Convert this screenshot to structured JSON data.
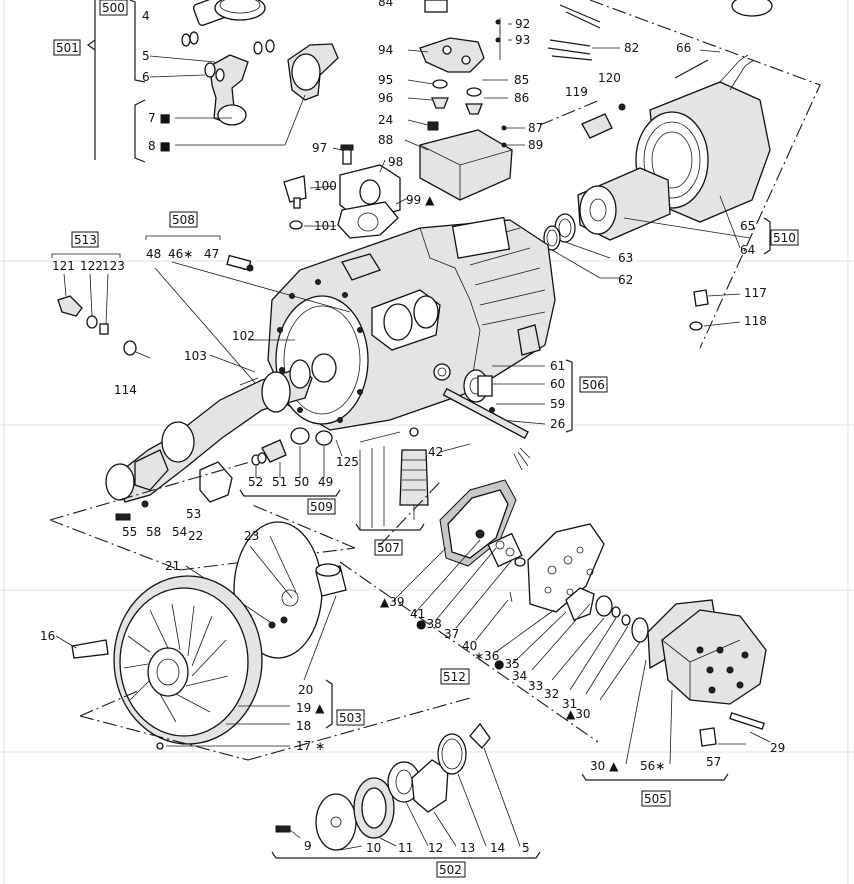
{
  "part_numbers": [
    "4",
    "5",
    "6",
    "7",
    "8",
    "9",
    "10",
    "11",
    "12",
    "13",
    "14",
    "5",
    "16",
    "17",
    "18",
    "19",
    "20",
    "21",
    "22",
    "23",
    "24",
    "26",
    "29",
    "30",
    "31",
    "32",
    "33",
    "34",
    "35",
    "36",
    "37",
    "38",
    "39",
    "40",
    "41",
    "42",
    "47",
    "48",
    "46",
    "49",
    "50",
    "51",
    "52",
    "53",
    "54",
    "55",
    "56",
    "57",
    "58",
    "59",
    "60",
    "61",
    "62",
    "63",
    "64",
    "65",
    "66",
    "82",
    "84",
    "85",
    "86",
    "87",
    "88",
    "89",
    "92",
    "93",
    "94",
    "95",
    "96",
    "97",
    "98",
    "99",
    "100",
    "101",
    "102",
    "103",
    "114",
    "117",
    "118",
    "119",
    "120",
    "121",
    "122",
    "123",
    "125"
  ],
  "groups": {
    "g500": "500",
    "g501": "501",
    "g502": "502",
    "g503": "503",
    "g505": "505",
    "g506": "506",
    "g507": "507",
    "g508": "508",
    "g509": "509",
    "g510": "510",
    "g512": "512",
    "g513": "513"
  },
  "labels": {
    "p4": "4",
    "p5": "5",
    "p6": "6",
    "p7": "7 ■",
    "p8": "8 ■",
    "p84": "84",
    "p92": "92",
    "p93": "93",
    "p94": "94",
    "p95": "95",
    "p96": "96",
    "p85": "85",
    "p86": "86",
    "p82": "82",
    "p66": "66",
    "p119": "119",
    "p120": "120",
    "p24": "24",
    "p88": "88",
    "p87": "87",
    "p89": "89",
    "p97": "97",
    "p98": "98",
    "p100": "100",
    "p99": "99 ▲",
    "p101": "101",
    "p65": "65",
    "p64": "64",
    "p63": "63",
    "p62": "62",
    "p48": "48",
    "p46": "46∗",
    "p47": "47",
    "p121": "121",
    "p122": "122",
    "p123": "123",
    "p117": "117",
    "p118": "118",
    "p114": "114",
    "p103": "103",
    "p102": "102",
    "p61": "61",
    "p60": "60",
    "p59": "59",
    "p26": "26",
    "p42": "42",
    "p125": "125",
    "p52": "52",
    "p51": "51",
    "p50": "50",
    "p49": "49",
    "p55": "55",
    "p58": "58",
    "p54": "54",
    "p53": "53",
    "p22": "22",
    "p23": "23",
    "p21": "21",
    "p16": "16",
    "p20": "20",
    "p19": "19 ▲",
    "p18": "18",
    "p17": "17 ∗",
    "p39": "▲39",
    "p41": "41",
    "p38": "●38",
    "p37": "37",
    "p40": "40",
    "p36": "∗36",
    "p35": "●35",
    "p34": "34",
    "p33": "33",
    "p32": "32",
    "p31": "31",
    "p30a": "▲30",
    "p30b": "30 ▲",
    "p56": "56∗",
    "p57": "57",
    "p29": "29",
    "p9": "9",
    "p10": "10",
    "p11": "11",
    "p12": "12",
    "p13": "13",
    "p14": "14",
    "p5b": "5"
  }
}
